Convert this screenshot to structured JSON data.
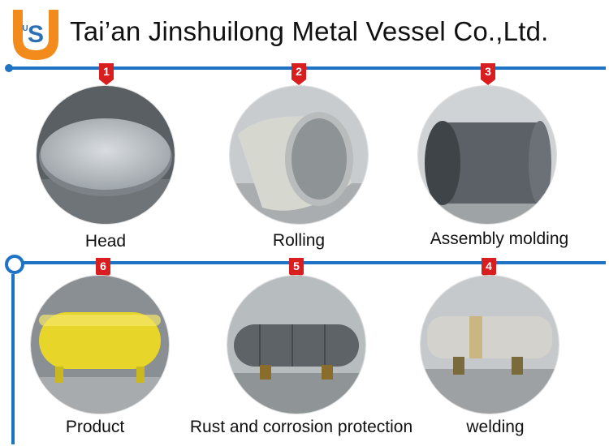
{
  "header": {
    "logo_text": "US",
    "company_name": "Tai’an Jinshuilong Metal Vessel Co.,Ltd."
  },
  "colors": {
    "timeline": "#1f73c4",
    "badge": "#d81e1e",
    "logo_orange": "#f28a1c",
    "logo_blue": "#2b6fb5",
    "tank_yellow": "#e8d52a"
  },
  "steps": {
    "s1": {
      "number": "1",
      "label": "Head"
    },
    "s2": {
      "number": "2",
      "label": "Rolling"
    },
    "s3": {
      "number": "3",
      "label": "Assembly molding"
    },
    "s4": {
      "number": "4",
      "label": "welding"
    },
    "s5": {
      "number": "5",
      "label": "Rust and corrosion protection"
    },
    "s6": {
      "number": "6",
      "label": "Product"
    }
  }
}
